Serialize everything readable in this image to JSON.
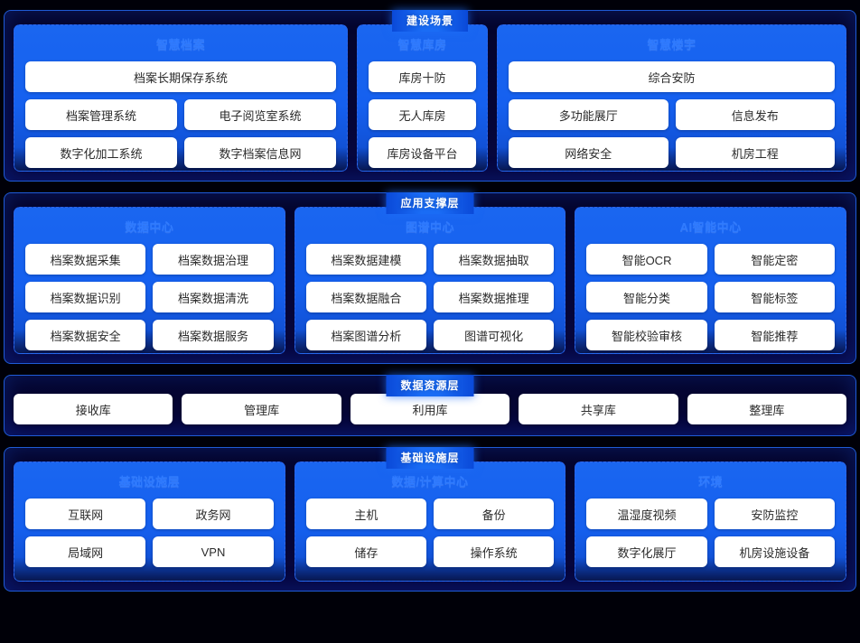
{
  "page": {
    "background": "#000008",
    "accent": "#1a6cf5",
    "panel_bg": "#1560ef",
    "outer_bg": "#04042e"
  },
  "layers": [
    {
      "id": "construction-scenario",
      "badge": "建设场景",
      "widths": [
        392,
        155,
        385
      ],
      "groups": [
        {
          "title": "智慧档案",
          "rows": [
            [
              "档案长期保存系统"
            ],
            [
              "档案管理系统",
              "电子阅览室系统"
            ],
            [
              "数字化加工系统",
              "数字档案信息网"
            ]
          ],
          "ellipsis": ""
        },
        {
          "title": "智慧库房",
          "rows": [
            [
              "库房十防"
            ],
            [
              "无人库房"
            ],
            [
              "库房设备平台"
            ]
          ],
          "ellipsis": ""
        },
        {
          "title": "智慧楼宇",
          "rows": [
            [
              "综合安防"
            ],
            [
              "多功能展厅",
              "信息发布"
            ],
            [
              "网络安全",
              "机房工程"
            ]
          ],
          "ellipsis": ""
        }
      ]
    },
    {
      "id": "application-support-layer",
      "badge": "应用支撑层",
      "widths": [
        311,
        311,
        311
      ],
      "groups": [
        {
          "title": "数据中心",
          "rows": [
            [
              "档案数据采集",
              "档案数据治理"
            ],
            [
              "档案数据识别",
              "档案数据清洗"
            ],
            [
              "档案数据安全",
              "档案数据服务"
            ]
          ],
          "ellipsis": ""
        },
        {
          "title": "图谱中心",
          "rows": [
            [
              "档案数据建模",
              "档案数据抽取"
            ],
            [
              "档案数据融合",
              "档案数据推理"
            ],
            [
              "档案图谱分析",
              "图谱可视化"
            ]
          ],
          "ellipsis": ""
        },
        {
          "title": "AI智能中心",
          "rows": [
            [
              "智能OCR",
              "智能定密"
            ],
            [
              "智能分类",
              "智能标签"
            ],
            [
              "智能校验审核",
              "智能推荐"
            ]
          ],
          "ellipsis": ""
        }
      ]
    },
    {
      "id": "data-resource-layer",
      "badge": "数据资源层",
      "flat": [
        "接收库",
        "管理库",
        "利用库",
        "共享库",
        "整理库"
      ]
    },
    {
      "id": "infrastructure-layer",
      "badge": "基础设施层",
      "widths": [
        311,
        311,
        311
      ],
      "groups": [
        {
          "title": "基础设施层",
          "rows": [
            [
              "互联网",
              "政务网"
            ],
            [
              "局域网",
              "VPN"
            ]
          ],
          "ellipsis": "..."
        },
        {
          "title": "数据/计算中心",
          "rows": [
            [
              "主机",
              "备份"
            ],
            [
              "储存",
              "操作系统"
            ]
          ],
          "ellipsis": "..."
        },
        {
          "title": "环境",
          "rows": [
            [
              "温湿度视频",
              "安防监控"
            ],
            [
              "数字化展厅",
              "机房设施设备"
            ]
          ],
          "ellipsis": "..."
        }
      ]
    }
  ]
}
